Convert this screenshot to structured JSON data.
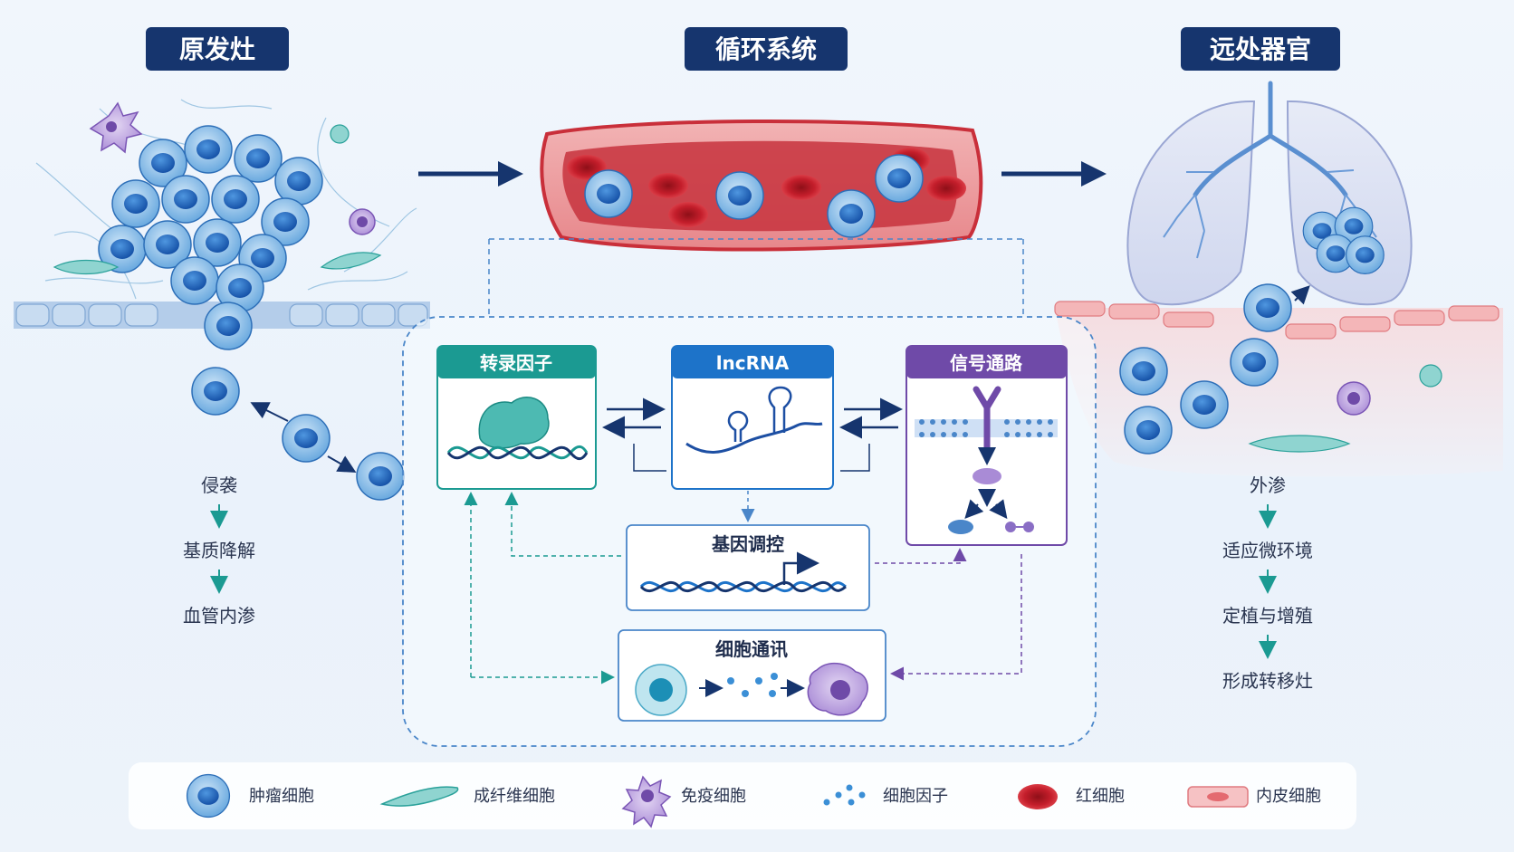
{
  "headers": {
    "primary": "原发灶",
    "circulation": "循环系统",
    "distant": "远处器官"
  },
  "left_steps": [
    "侵袭",
    "基质降解",
    "血管内渗"
  ],
  "right_steps": [
    "外渗",
    "适应微环境",
    "定植与增殖",
    "形成转移灶"
  ],
  "panels": {
    "tf": "转录因子",
    "lnc": "lncRNA",
    "sig": "信号通路"
  },
  "boxes": {
    "gene": "基因调控",
    "comm": "细胞通讯"
  },
  "legend": [
    {
      "label": "肿瘤细胞",
      "icon": "tumor-cell-icon"
    },
    {
      "label": "成纤维细胞",
      "icon": "fibroblast-icon"
    },
    {
      "label": "免疫细胞",
      "icon": "immune-cell-icon"
    },
    {
      "label": "细胞因子",
      "icon": "cytokine-icon"
    },
    {
      "label": "红细胞",
      "icon": "red-blood-cell-icon"
    },
    {
      "label": "内皮细胞",
      "icon": "endothelial-cell-icon"
    }
  ],
  "colors": {
    "navy": "#16356e",
    "teal": "#1b9a92",
    "blue": "#1d73c9",
    "purple": "#6f4aa8",
    "vessel": "#d9434b",
    "tumor": "#3f8fd6"
  }
}
